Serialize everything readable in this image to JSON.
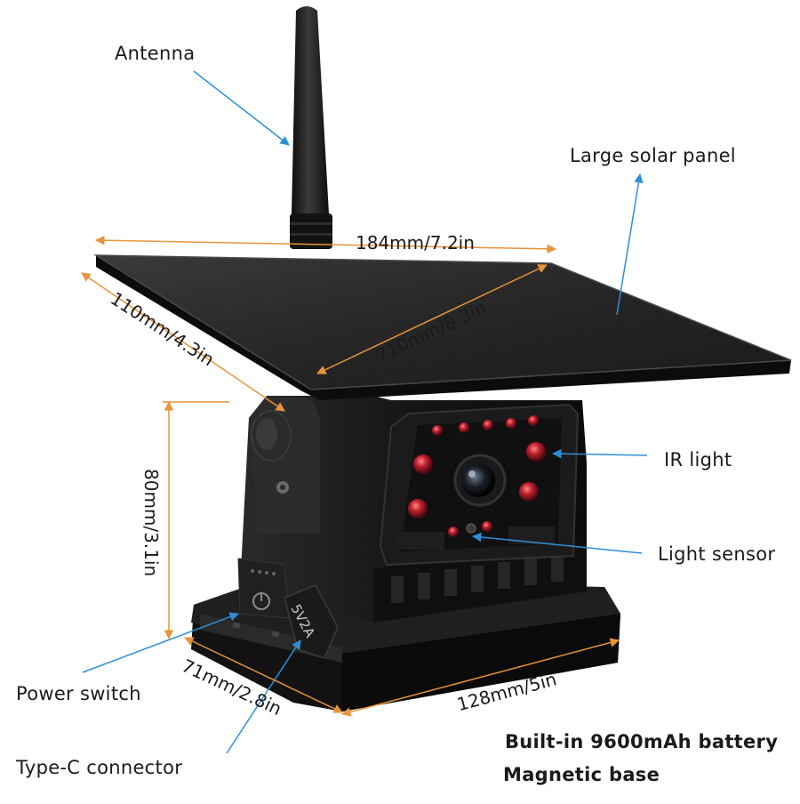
{
  "labels": {
    "antenna": "Antenna",
    "solar_panel": "Large solar panel",
    "ir_light": "IR light",
    "light_sensor": "Light sensor",
    "power_switch": "Power switch",
    "type_c": "Type-C connector",
    "battery": "Built-in 9600mAh battery",
    "magnetic_base": "Magnetic base"
  },
  "dimensions": {
    "panel_width": "184mm/7.2in",
    "panel_diagonal": "210mm/8.3in",
    "panel_depth": "110mm/4.3in",
    "body_height": "80mm/3.1in",
    "base_depth": "71mm/2.8in",
    "base_width": "128mm/5in"
  },
  "port_label": "5V2A",
  "colors": {
    "arrow_blue": "#2f8fd6",
    "dim_orange": "#e8943a",
    "device_black": "#141414",
    "ir_red": "#b3202c"
  }
}
